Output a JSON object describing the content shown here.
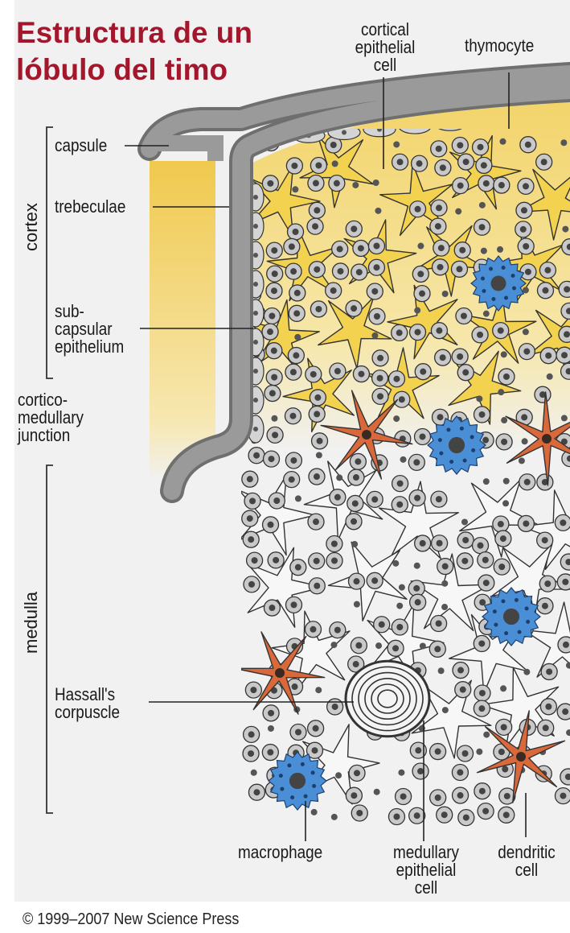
{
  "title": {
    "line1": "Estructura de un",
    "line2": "lóbulo del timo"
  },
  "regions": {
    "cortex": "cortex",
    "medulla": "medulla"
  },
  "labels": {
    "capsule": "capsule",
    "trebeculae": "trebeculae",
    "subcapsular": [
      "sub-",
      "capsular",
      "epithelium"
    ],
    "junction": [
      "cortico-",
      "medullary",
      "junction"
    ],
    "hassall": [
      "Hassall's",
      "corpuscle"
    ],
    "cortical_epithelial": [
      "cortical",
      "epithelial",
      "cell"
    ],
    "thymocyte": "thymocyte",
    "macrophage": "macrophage",
    "medullary_epithelial": [
      "medullary",
      "epithelial",
      "cell"
    ],
    "dendritic": [
      "dendritic",
      "cell"
    ]
  },
  "copyright": "© 1999–2007 New Science Press",
  "colors": {
    "title": "#a3172d",
    "cortex_fill": "#f5e08a",
    "capsule": "#8a8a8a",
    "epithelial_cell": "#f2d24f",
    "macrophage": "#4a8fd6",
    "dendritic": "#d9683a",
    "thymocyte": "#c9c9c9",
    "background": "#f1f1f1"
  }
}
